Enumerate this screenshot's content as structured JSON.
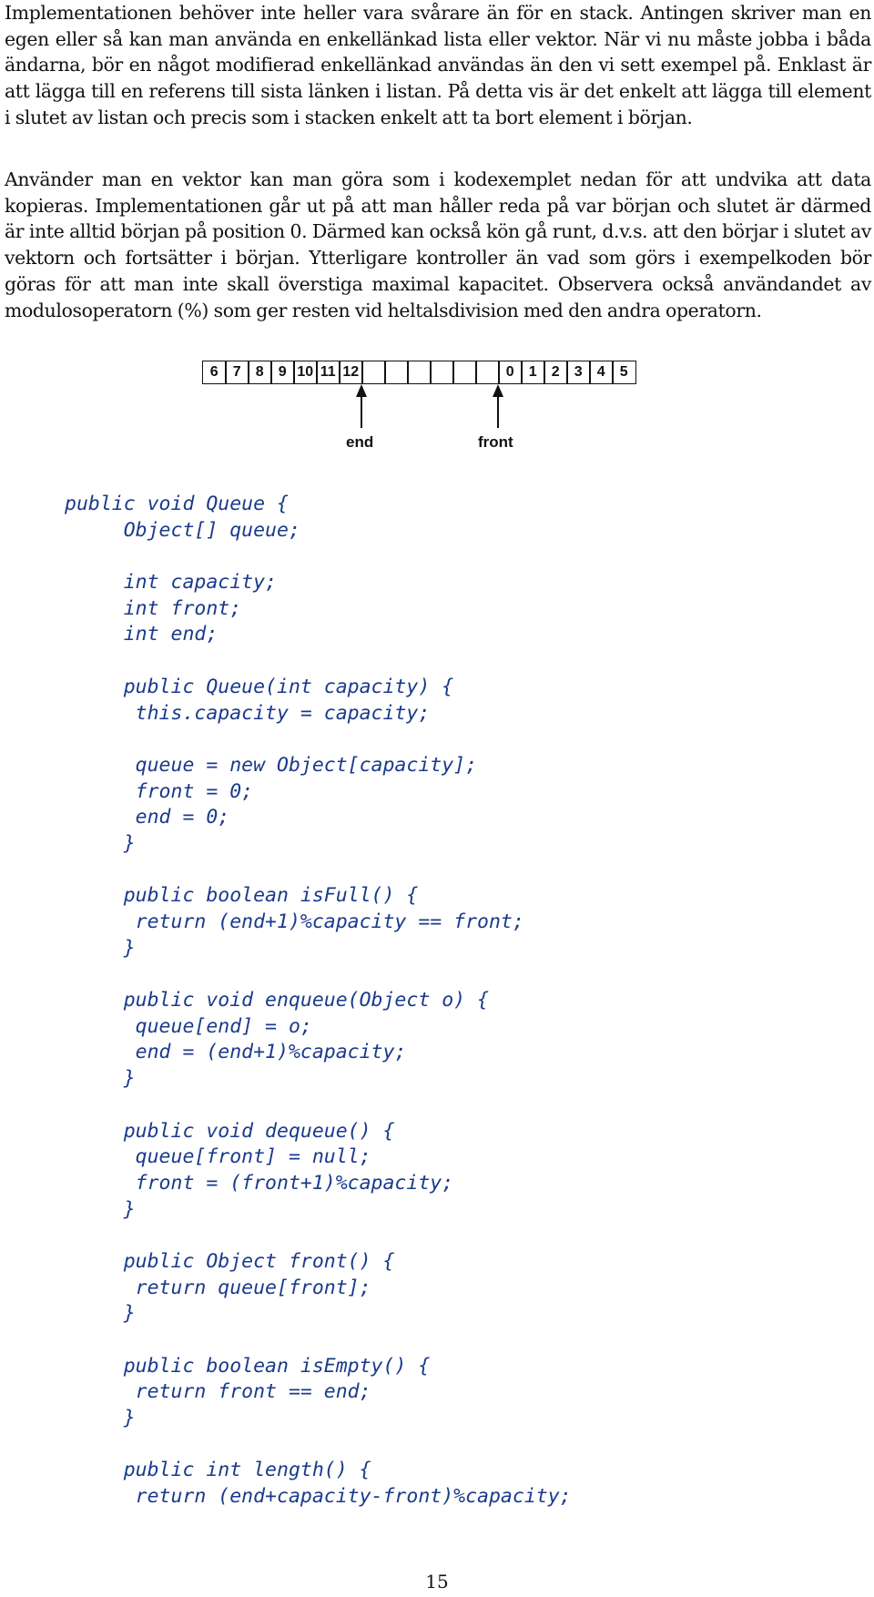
{
  "paragraphs": [
    "Implementationen behöver inte heller vara svårare än för en stack. Antingen skriver man en egen eller så kan man använda en enkellänkad lista eller vektor. När vi nu måste jobba i båda ändarna, bör en något modifierad enkellänkad användas än den vi sett exempel på. Enklast är att lägga till en referens till sista länken i listan. På detta vis är det enkelt att lägga till element i slutet av listan och precis som i stacken enkelt att ta bort element i början.",
    "Använder man en vektor kan man göra som i kodexemplet nedan för att undvika att data kopieras. Implementationen går ut på att man håller reda på var början och slutet är därmed är inte alltid början på position 0. Därmed kan också kön gå runt, d.v.s. att den börjar i slutet av vektorn och fortsätter i början. Ytterligare kontroller än vad som görs i exempelkoden bör göras för att man inte skall överstiga maximal kapacitet. Observera också användandet av modulosoperatorn (%) som ger resten vid heltalsdivision med den andra operatorn."
  ],
  "diagram": {
    "cells": [
      "6",
      "7",
      "8",
      "9",
      "10",
      "11",
      "12",
      "",
      "",
      "",
      "",
      "",
      "",
      "0",
      "1",
      "2",
      "3",
      "4",
      "5"
    ],
    "end_label": "end",
    "front_label": "front",
    "end_index": 7,
    "front_index": 13
  },
  "code_lines": [
    "public void Queue {",
    "     Object[] queue;",
    "",
    "     int capacity;",
    "     int front;",
    "     int end;",
    "",
    "     public Queue(int capacity) {",
    "      this.capacity = capacity;",
    "",
    "      queue = new Object[capacity];",
    "      front = 0;",
    "      end = 0;",
    "     }",
    "",
    "     public boolean isFull() {",
    "      return (end+1)%capacity == front;",
    "     }",
    "",
    "     public void enqueue(Object o) {",
    "      queue[end] = o;",
    "      end = (end+1)%capacity;",
    "     }",
    "",
    "     public void dequeue() {",
    "      queue[front] = null;",
    "      front = (front+1)%capacity;",
    "     }",
    "",
    "     public Object front() {",
    "      return queue[front];",
    "     }",
    "",
    "     public boolean isEmpty() {",
    "      return front == end;",
    "     }",
    "",
    "     public int length() {",
    "      return (end+capacity-front)%capacity;"
  ],
  "page_number": "15"
}
